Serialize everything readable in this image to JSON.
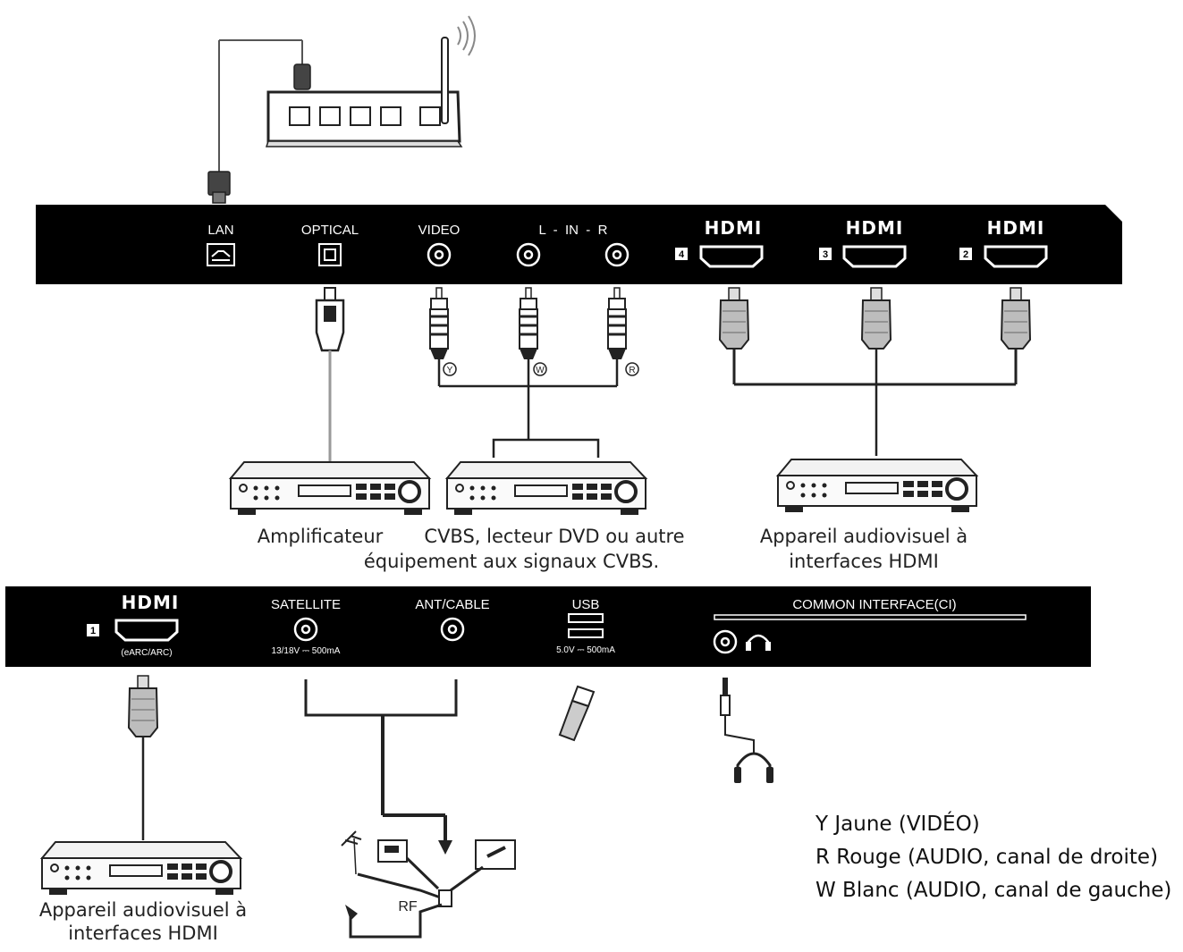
{
  "top_panel": {
    "lan": "LAN",
    "optical": "OPTICAL",
    "video": "VIDEO",
    "audio_in": "L  -  IN  -  R",
    "hdmi_logo": "HDMI",
    "hdmi4": "4",
    "hdmi3": "3",
    "hdmi2": "2"
  },
  "rca_markers": {
    "y": "Y",
    "w": "W",
    "r": "R"
  },
  "captions": {
    "amplifier": "Amplificateur",
    "cvbs_line1": "CVBS, lecteur DVD ou autre",
    "cvbs_line2": "équipement aux signaux CVBS.",
    "hdmi_device_line1": "Appareil audiovisuel à",
    "hdmi_device_line2": "interfaces HDMI",
    "hdmi1_device_line1": "Appareil audiovisuel à",
    "hdmi1_device_line2": "interfaces HDMI"
  },
  "bottom_panel": {
    "hdmi_logo": "HDMI",
    "hdmi1": "1",
    "hdmi1_sub": "(eARC/ARC)",
    "satellite": "SATELLITE",
    "satellite_spec": "13/18V ⎓ 500mA",
    "ant_cable": "ANT/CABLE",
    "usb": "USB",
    "usb_spec": "5.0V ⎓ 500mA",
    "ci": "COMMON INTERFACE(CI)"
  },
  "rf_label": "RF",
  "legend": [
    "Y Jaune (VIDÉO)",
    "R Rouge (AUDIO, canal de droite)",
    "W Blanc (AUDIO, canal de gauche)"
  ]
}
